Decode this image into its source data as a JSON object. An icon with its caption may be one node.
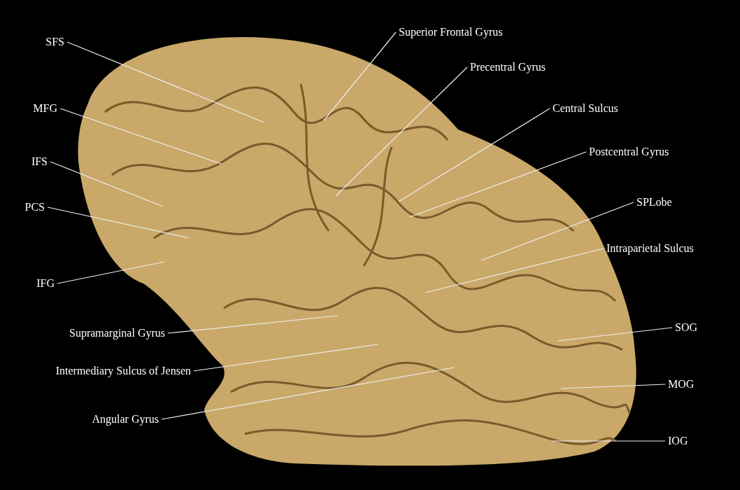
{
  "diagram": {
    "nodes": [
      {
        "text": [
          "SFS"
        ]
      },
      {
        "text": [
          "MFG"
        ]
      },
      {
        "text": [
          "IFS"
        ]
      },
      {
        "text": [
          "PCS"
        ]
      },
      {
        "text": [
          "IFG"
        ]
      },
      {
        "text": [
          "Superior Frontal Gyrus"
        ]
      },
      {
        "text": [
          "Precentral Gyrus"
        ]
      },
      {
        "text": [
          "Central Sulcus"
        ]
      },
      {
        "text": [
          "Postcentral Gyrus"
        ]
      },
      {
        "text": [
          "SPLobe"
        ]
      },
      {
        "text": [
          "Intraparietal Sulcus"
        ]
      },
      {
        "text": [
          "Supramarginal Gyrus"
        ]
      },
      {
        "text": [
          "Intermediary Sulcus of Jensen"
        ]
      },
      {
        "text": [
          "Angular Gyrus"
        ]
      },
      {
        "text": [
          "SOG"
        ]
      },
      {
        "text": [
          "MOG"
        ]
      },
      {
        "text": [
          "IOG"
        ]
      }
    ],
    "edges": [
      {
        "from": 0,
        "to": null,
        "arrow": "none"
      },
      {
        "from": 1,
        "to": null,
        "arrow": "none"
      },
      {
        "from": 2,
        "to": null,
        "arrow": "none"
      },
      {
        "from": 3,
        "to": null,
        "arrow": "none"
      },
      {
        "from": 4,
        "to": null,
        "arrow": "none"
      },
      {
        "from": 5,
        "to": null,
        "arrow": "none"
      },
      {
        "from": 6,
        "to": null,
        "arrow": "none"
      },
      {
        "from": 7,
        "to": null,
        "arrow": "none"
      },
      {
        "from": 8,
        "to": null,
        "arrow": "none"
      },
      {
        "from": 9,
        "to": null,
        "arrow": "none"
      },
      {
        "from": 10,
        "to": null,
        "arrow": "none"
      },
      {
        "from": 11,
        "to": null,
        "arrow": "none"
      },
      {
        "from": 12,
        "to": null,
        "arrow": "none"
      },
      {
        "from": 13,
        "to": null,
        "arrow": "none"
      },
      {
        "from": 14,
        "to": null,
        "arrow": "none"
      },
      {
        "from": 15,
        "to": null,
        "arrow": "none"
      },
      {
        "from": 16,
        "to": null,
        "arrow": "none"
      }
    ]
  }
}
